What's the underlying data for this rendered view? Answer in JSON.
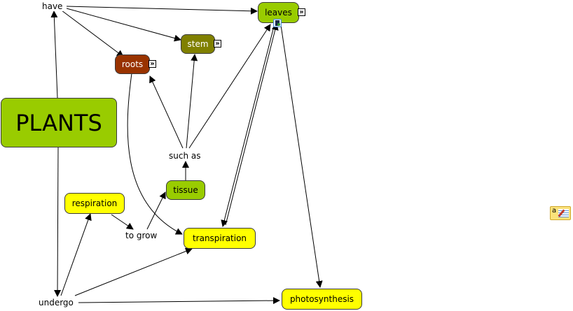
{
  "concept_map": {
    "colors": {
      "light_green": "#99cc00",
      "olive": "#808000",
      "brown": "#993300",
      "yellow": "#ffff00",
      "line": "#000000"
    },
    "concepts": {
      "plants": "PLANTS",
      "leaves": "leaves",
      "stem": "stem",
      "roots": "roots",
      "tissue": "tissue",
      "respiration": "respiration",
      "transpiration": "transpiration",
      "photosynthesis": "photosynthesis"
    },
    "linking_phrases": {
      "have": "have",
      "such_as": "such as",
      "to_grow": "to grow",
      "undergo": "undergo"
    },
    "expand_icon": "»",
    "propositions": [
      [
        "PLANTS",
        "have",
        "leaves"
      ],
      [
        "PLANTS",
        "have",
        "stem"
      ],
      [
        "PLANTS",
        "have",
        "roots"
      ],
      [
        "tissue",
        "such as",
        "roots"
      ],
      [
        "tissue",
        "such as",
        "stem"
      ],
      [
        "tissue",
        "such as",
        "leaves"
      ],
      [
        "respiration",
        "to grow",
        "tissue"
      ],
      [
        "PLANTS",
        "undergo",
        "respiration"
      ],
      [
        "PLANTS",
        "undergo",
        "transpiration"
      ],
      [
        "PLANTS",
        "undergo",
        "photosynthesis"
      ],
      [
        "roots",
        "",
        "transpiration"
      ],
      [
        "leaves",
        "",
        "transpiration"
      ],
      [
        "leaves",
        "",
        "photosynthesis"
      ]
    ]
  }
}
